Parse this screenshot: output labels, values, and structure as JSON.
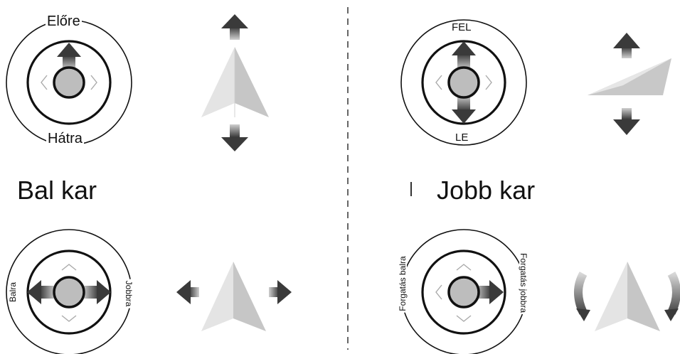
{
  "left_stick": {
    "title": "Bal kar",
    "forward_label": "Előre",
    "back_label": "Hátra",
    "left_label": "Balra",
    "right_label": "Jobbra"
  },
  "right_stick": {
    "title": "Jobb kar",
    "up_label": "FEL",
    "down_label": "LE",
    "rotate_left_label": "Forgatás balra",
    "rotate_right_label": "Forgatás jobbra"
  },
  "colors": {
    "stroke": "#111111",
    "knob": "#bdbdbd",
    "arrow_dark": "#3a3a3a",
    "arrow_light": "#c8c8c8",
    "plane_light": "#e4e4e4",
    "plane_shade": "#c6c6c6",
    "divider": "#666666"
  }
}
